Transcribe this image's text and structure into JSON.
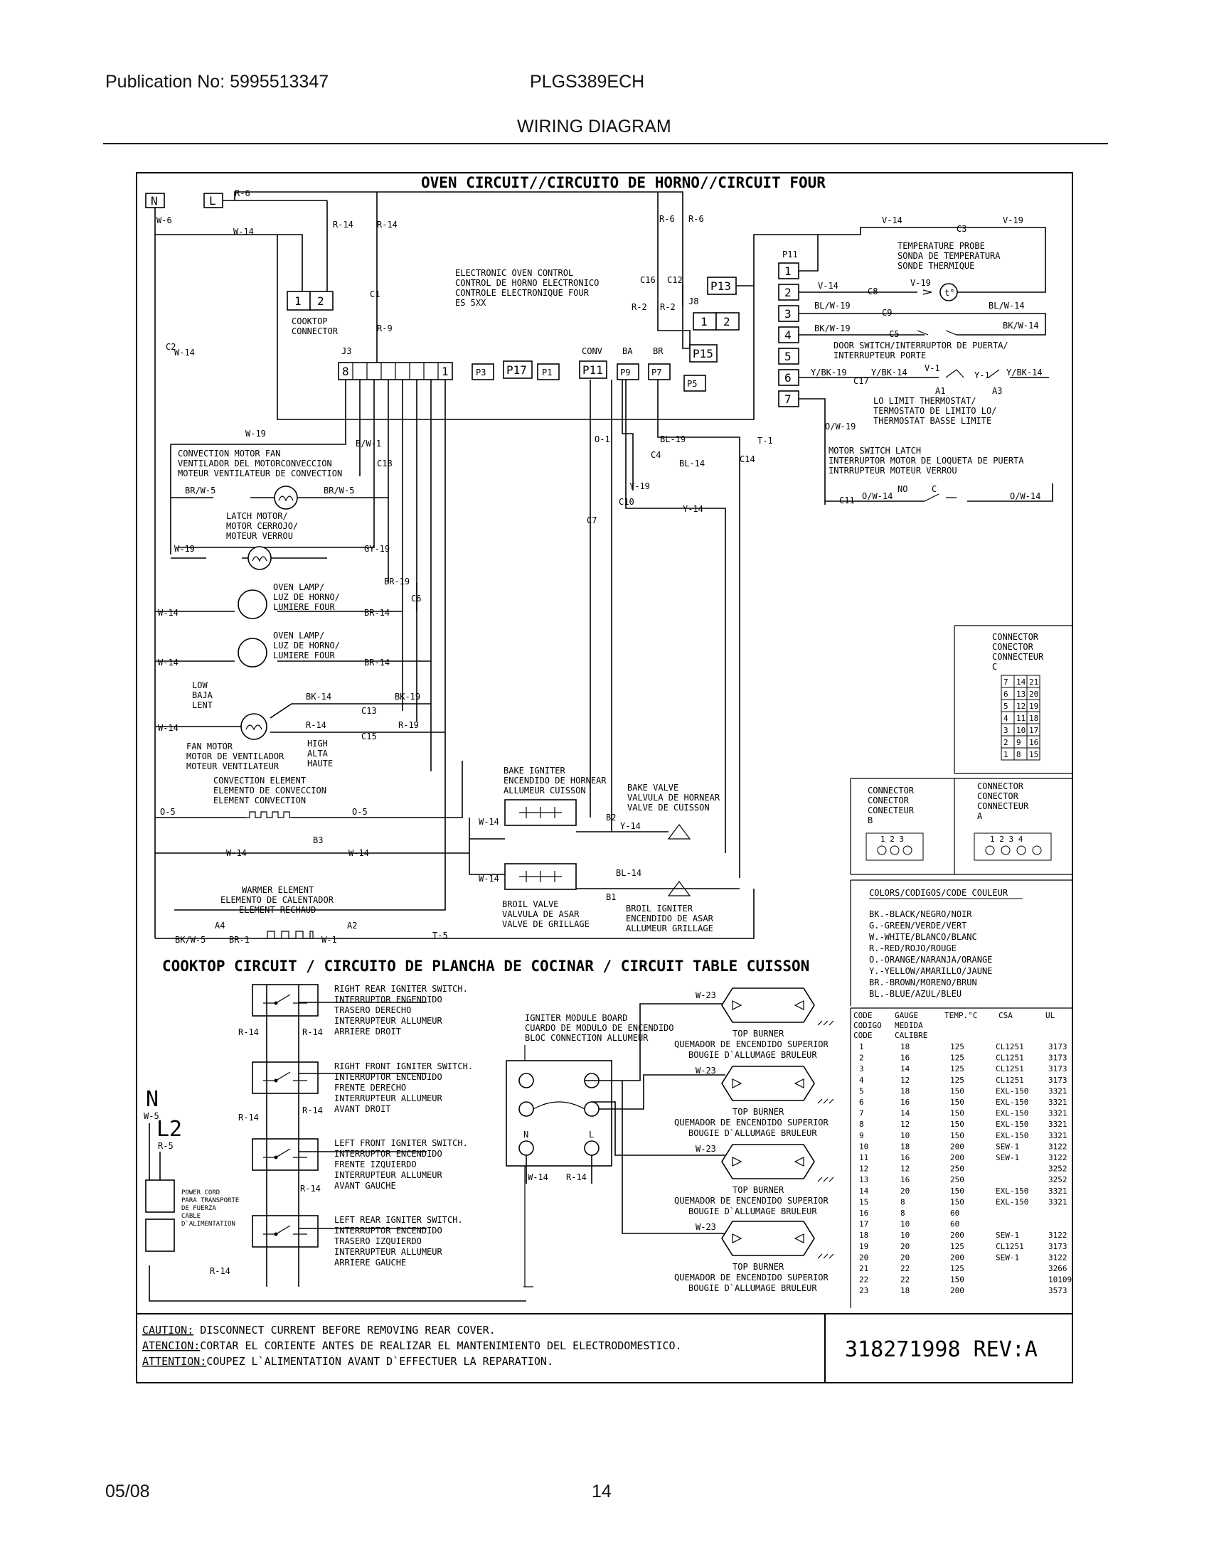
{
  "header": {
    "publication": "Publication No: 5995513347",
    "model": "PLGS389ECH",
    "title": "WIRING DIAGRAM"
  },
  "footer": {
    "date": "05/08",
    "page": "14"
  },
  "oven": {
    "title": "OVEN CIRCUIT//CIRCUITO DE HORNO//CIRCUIT FOUR",
    "terminal_n": "N",
    "terminal_l": "L",
    "eoc": [
      "ELECTRONIC OVEN CONTROL",
      "CONTROL DE HORNO ELECTRONICO",
      "CONTROLE ELECTRONIQUE FOUR",
      "ES 5XX"
    ],
    "cooktop_connector": [
      "COOKTOP",
      "CONNECTOR"
    ],
    "j3": "J3",
    "j8": "J8",
    "pin1": "1",
    "pin2": "2",
    "pin8": "8",
    "plugs": {
      "p3": "P3",
      "p17": "P17",
      "p1": "P1",
      "p11": "P11",
      "p9": "P9",
      "p7": "P7",
      "p5": "P5",
      "p13": "P13",
      "p15": "P15"
    },
    "conv": "CONV",
    "ba": "BA",
    "br": "BR",
    "p11_label": "P11",
    "p11_pins": [
      "1",
      "2",
      "3",
      "4",
      "5",
      "6",
      "7"
    ],
    "probe": [
      "TEMPERATURE PROBE",
      "SONDA DE TEMPERATURA",
      "SONDE THERMIQUE"
    ],
    "door_switch": [
      "DOOR SWITCH/INTERRUPTOR DE PUERTA/",
      "INTERRUPTEUR PORTE"
    ],
    "lo_limit": [
      "LO LIMIT THERMOSTAT/",
      "TERMOSTATO DE LIMITO LO/",
      "THERMOSTAT BASSE LIMITE"
    ],
    "motor_switch": [
      "MOTOR SWITCH LATCH",
      "INTERRUPTOR MOTOR DE LOQUETA DE PUERTA",
      "INTRRUPTEUR MOTEUR VERROU"
    ],
    "conv_fan": [
      "CONVECTION MOTOR FAN",
      "VENTILADOR DEL MOTORCONVECCION",
      "MOTEUR VENTILATEUR DE CONVECTION"
    ],
    "latch_motor": [
      "LATCH MOTOR/",
      "MOTOR CERROJO/",
      "MOTEUR VERROU"
    ],
    "oven_lamp": [
      "OVEN LAMP/",
      "LUZ DE HORNO/",
      "LUMIERE FOUR"
    ],
    "fan_motor": [
      "FAN MOTOR",
      "MOTOR DE VENTILADOR",
      "MOTEUR VENTILATEUR"
    ],
    "low": [
      "LOW",
      "BAJA",
      "LENT"
    ],
    "high": [
      "HIGH",
      "ALTA",
      "HAUTE"
    ],
    "conv_element": [
      "CONVECTION ELEMENT",
      "ELEMENTO DE CONVECCION",
      "ELEMENT CONVECTION"
    ],
    "bake_igniter": [
      "BAKE IGNITER",
      "ENCENDIDO DE HORNEAR",
      "ALLUMEUR CUISSON"
    ],
    "bake_valve": [
      "BAKE VALVE",
      "VALVULA DE HORNEAR",
      "VALVE DE CUISSON"
    ],
    "broil_valve": [
      "BROIL VALVE",
      "VALVULA DE ASAR",
      "VALVE DE GRILLAGE"
    ],
    "broil_igniter": [
      "BROIL IGNITER",
      "ENCENDIDO DE ASAR",
      "ALLUMEUR GRILLAGE"
    ],
    "warmer": [
      "WARMER ELEMENT",
      "ELEMENTO DE CALENTADOR",
      "ELEMENT RECHAUD"
    ],
    "wires": {
      "w6": "W-6",
      "r6": "R-6",
      "w14": "W-14",
      "r14": "R-14",
      "r9": "R-9",
      "c1": "C1",
      "c16": "C16",
      "c12": "C12",
      "r2": "R-2",
      "c2": "C2",
      "v14": "V-14",
      "c3": "C3",
      "v19": "V-19",
      "c8": "C8",
      "blw19": "BL/W-19",
      "blw14": "BL/W-14",
      "c9": "C9",
      "bkw19": "BK/W-19",
      "c5": "C5",
      "bkw14": "BK/W-14",
      "ybk19": "Y/BK-19",
      "c17": "C17",
      "ybk14": "Y/BK-14",
      "v1": "V-1",
      "y1": "Y-1",
      "a1": "A1",
      "a3": "A3",
      "ow19": "O/W-19",
      "c11": "C11",
      "ow14": "O/W-14",
      "no": "NO",
      "c": "C",
      "w19": "W-19",
      "bw1": "B/W-1",
      "c18": "C18",
      "brw5": "BR/W-5",
      "gy19": "GY-19",
      "br19": "BR-19",
      "br14": "BR-14",
      "c6": "C6",
      "bk14": "BK-14",
      "bk19": "BK-19",
      "c13": "C13",
      "c15": "C15",
      "r19": "R-19",
      "o1": "O-1",
      "bl19": "BL-19",
      "c4": "C4",
      "bl14": "BL-14",
      "t1": "T-1",
      "c14": "C14",
      "y19": "Y-19",
      "c10": "C10",
      "y14": "Y-14",
      "c7": "C7",
      "o5": "O-5",
      "b3": "B3",
      "b2": "B2",
      "b1": "B1",
      "a4": "A4",
      "a2": "A2",
      "bkw5": "BK/W-5",
      "br1": "BR-1",
      "w1": "W-1",
      "t5": "T-5"
    }
  },
  "connector_c": {
    "label": [
      "CONNECTOR",
      "CONECTOR",
      "CONNECTEUR",
      "C"
    ],
    "rows": [
      [
        "7",
        "14",
        "21"
      ],
      [
        "6",
        "13",
        "20"
      ],
      [
        "5",
        "12",
        "19"
      ],
      [
        "4",
        "11",
        "18"
      ],
      [
        "3",
        "10",
        "17"
      ],
      [
        "2",
        "9",
        "16"
      ],
      [
        "1",
        "8",
        "15"
      ]
    ]
  },
  "connector_b": {
    "label": [
      "CONNECTOR",
      "CONECTOR",
      "CONECTEUR",
      "B"
    ],
    "pins": "1 2 3"
  },
  "connector_a": {
    "label": [
      "CONNECTOR",
      "CONECTOR",
      "CONNECTEUR",
      "A"
    ],
    "pins": "1 2 3 4"
  },
  "colors": {
    "title": "COLORS/CODIGOS/CODE COULEUR",
    "items": [
      "BK.-BLACK/NEGRO/NOIR",
      "G.-GREEN/VERDE/VERT",
      "W.-WHITE/BLANCO/BLANC",
      "R.-RED/ROJO/ROUGE",
      "O.-ORANGE/NARANJA/ORANGE",
      "Y.-YELLOW/AMARILLO/JAUNE",
      "BR.-BROWN/MORENO/BRUN",
      "BL.-BLUE/AZUL/BLEU"
    ]
  },
  "gauge": {
    "headers": [
      "CODE",
      "GAUGE",
      "TEMP.°C",
      "CSA",
      "UL"
    ],
    "subheaders": [
      "CODIGO",
      "MEDIDA",
      "CODE",
      "CALIBRE"
    ],
    "rows": [
      [
        "1",
        "18",
        "125",
        "CL1251",
        "3173"
      ],
      [
        "2",
        "16",
        "125",
        "CL1251",
        "3173"
      ],
      [
        "3",
        "14",
        "125",
        "CL1251",
        "3173"
      ],
      [
        "4",
        "12",
        "125",
        "CL1251",
        "3173"
      ],
      [
        "5",
        "18",
        "150",
        "EXL-150",
        "3321"
      ],
      [
        "6",
        "16",
        "150",
        "EXL-150",
        "3321"
      ],
      [
        "7",
        "14",
        "150",
        "EXL-150",
        "3321"
      ],
      [
        "8",
        "12",
        "150",
        "EXL-150",
        "3321"
      ],
      [
        "9",
        "10",
        "150",
        "EXL-150",
        "3321"
      ],
      [
        "10",
        "18",
        "200",
        "SEW-1",
        "3122"
      ],
      [
        "11",
        "16",
        "200",
        "SEW-1",
        "3122"
      ],
      [
        "12",
        "12",
        "250",
        "",
        "3252"
      ],
      [
        "13",
        "16",
        "250",
        "",
        "3252"
      ],
      [
        "14",
        "20",
        "150",
        "EXL-150",
        "3321"
      ],
      [
        "15",
        "8",
        "150",
        "EXL-150",
        "3321"
      ],
      [
        "16",
        "8",
        "60",
        "",
        ""
      ],
      [
        "17",
        "10",
        "60",
        "",
        ""
      ],
      [
        "18",
        "10",
        "200",
        "SEW-1",
        "3122"
      ],
      [
        "19",
        "20",
        "125",
        "CL1251",
        "3173"
      ],
      [
        "20",
        "20",
        "200",
        "SEW-1",
        "3122"
      ],
      [
        "21",
        "22",
        "125",
        "",
        "3266"
      ],
      [
        "22",
        "22",
        "150",
        "",
        "10109"
      ],
      [
        "23",
        "18",
        "200",
        "",
        "3573"
      ]
    ]
  },
  "cooktop": {
    "title": "COOKTOP CIRCUIT / CIRCUITO DE PLANCHA DE COCINAR / CIRCUIT TABLE CUISSON",
    "switches": [
      [
        "RIGHT REAR IGNITER SWITCH.",
        "INTERRUPTOR ENGENDIDO",
        "TRASERO DERECHO",
        "INTERRUPTEUR ALLUMEUR",
        "ARRIERE DROIT"
      ],
      [
        "RIGHT FRONT IGNITER SWITCH.",
        "INTERRUPTOR  ENCENDIDO",
        "FRENTE DERECHO",
        "INTERRUPTEUR ALLUMEUR",
        "AVANT DROIT"
      ],
      [
        "LEFT FRONT IGNITER SWITCH.",
        "INTERRUPTOR  ENCENDIDO",
        "FRENTE IZQUIERDO",
        "INTERRUPTEUR ALLUMEUR",
        "AVANT GAUCHE"
      ],
      [
        "LEFT REAR IGNITER SWITCH.",
        "INTERRUPTOR ENCENDIDO",
        "TRASERO IZQUIERDO",
        "INTERRUPTEUR ALLUMEUR",
        "ARRIERE GAUCHE"
      ]
    ],
    "module": [
      "IGNITER MODULE BOARD",
      "CUARDO DE MODULO DE ENCENDIDO",
      "BLOC CONNECTION ALLUMEUR"
    ],
    "burner": [
      "TOP BURNER",
      "QUEMADOR DE ENCENDIDO SUPERIOR",
      "BOUGIE D`ALLUMAGE BRULEUR"
    ],
    "power_cord": [
      "POWER CORD",
      "PARA TRANSPORTE",
      "DE FUERZA",
      "CABLE",
      "D`ALIMENTATION"
    ],
    "n": "N",
    "l2": "L2",
    "w5": "W-5",
    "r5": "R-5",
    "mod_n": "N",
    "mod_l": "L",
    "w23": "W-23"
  },
  "caution": {
    "lines": [
      [
        "CAUTION:",
        " DISCONNECT CURRENT BEFORE REMOVING REAR COVER."
      ],
      [
        "ATENCION:",
        "CORTAR EL CORIENTE ANTES DE REALIZAR EL MANTENIMIENTO DEL ELECTRODOMESTICO."
      ],
      [
        "ATTENTION:",
        "COUPEZ L`ALIMENTATION AVANT D`EFFECTUER LA REPARATION."
      ]
    ],
    "part_number": "318271998  REV:A"
  }
}
